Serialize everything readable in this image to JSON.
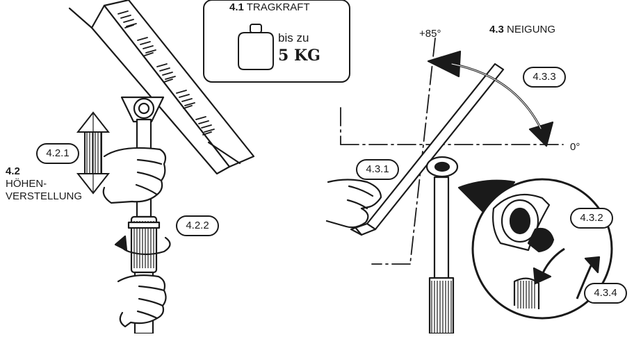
{
  "section_4_1": {
    "number": "4.1",
    "title": "TRAGKRAFT",
    "weight_line1": "bis zu",
    "weight_line2": "5 KG"
  },
  "section_4_2": {
    "number": "4.2",
    "title_line1": "HÖHEN-",
    "title_line2": "VERSTELLUNG"
  },
  "section_4_3": {
    "number": "4.3",
    "title": "NEIGUNG",
    "angle_max": "+85°",
    "angle_min": "0°"
  },
  "callouts": {
    "c_4_2_1": "4.2.1",
    "c_4_2_2": "4.2.2",
    "c_4_3_1": "4.3.1",
    "c_4_3_2": "4.3.2",
    "c_4_3_3": "4.3.3",
    "c_4_3_4": "4.3.4"
  }
}
